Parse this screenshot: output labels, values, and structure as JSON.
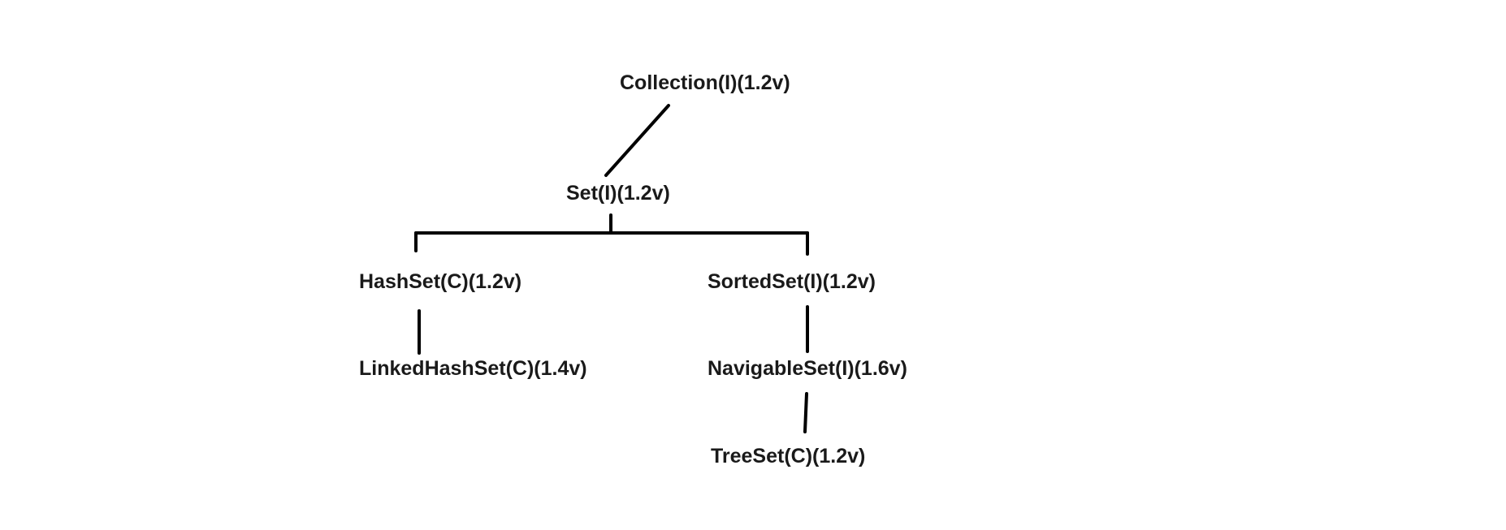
{
  "diagram": {
    "nodes": {
      "collection": "Collection(I)(1.2v)",
      "set": "Set(I)(1.2v)",
      "hashset": "HashSet(C)(1.2v)",
      "linkedhashset": "LinkedHashSet(C)(1.4v)",
      "sortedset": "SortedSet(I)(1.2v)",
      "navigableset": "NavigableSet(I)(1.6v)",
      "treeset": "TreeSet(C)(1.2v)"
    },
    "edges": [
      [
        "collection",
        "set"
      ],
      [
        "set",
        "hashset"
      ],
      [
        "set",
        "sortedset"
      ],
      [
        "hashset",
        "linkedhashset"
      ],
      [
        "sortedset",
        "navigableset"
      ],
      [
        "navigableset",
        "treeset"
      ]
    ],
    "line_color": "#000000",
    "text_color": "#1a1a1a"
  }
}
